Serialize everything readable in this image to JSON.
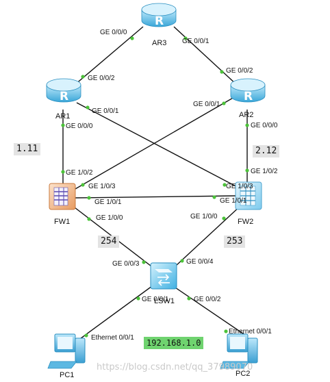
{
  "nodes": {
    "ar3": "AR3",
    "ar1": "AR1",
    "ar2": "AR2",
    "fw1": "FW1",
    "fw2": "FW2",
    "lsw1": "LSW1",
    "pc1": "PC1",
    "pc2": "PC2"
  },
  "ports": {
    "ar3_g000": "GE 0/0/0",
    "ar3_g001": "GE 0/0/1",
    "ar1_g002": "GE 0/0/2",
    "ar1_g001": "GE 0/0/1",
    "ar1_g000": "GE 0/0/0",
    "ar2_g002": "GE 0/0/2",
    "ar2_g001": "GE 0/0/1",
    "ar2_g000": "GE 0/0/0",
    "fw1_g102": "GE 1/0/2",
    "fw1_g103": "GE 1/0/3",
    "fw1_g101": "GE 1/0/1",
    "fw1_g100": "GE 1/0/0",
    "fw2_g102": "GE 1/0/2",
    "fw2_g103": "GE 1/0/3",
    "fw2_g101": "GE 1/0/1",
    "fw2_g100": "GE 1/0/0",
    "lsw_g003": "GE 0/0/3",
    "lsw_g004": "GE 0/0/4",
    "lsw_g001": "GE 0/0/1",
    "lsw_g002": "GE 0/0/2",
    "pc1_eth": "Ethernet 0/0/1",
    "pc2_eth": "Ethernet 0/0/1"
  },
  "tags": {
    "fw1_addr": "1.11",
    "fw2_addr": "2.12",
    "fw1_vrrp": "254",
    "fw2_vrrp": "253",
    "subnet": "192.168.1.0"
  },
  "watermark": "https://blog.csdn.net/qq_37989070",
  "colors": {
    "router_body": "#6fc7ec",
    "firewall1_body": "#f6c39a",
    "firewall2_body": "#b9e3f6",
    "switch_body": "#7fd0f0",
    "port_dot": "#4cc23a",
    "subnet_tag": "#6fd36f"
  }
}
